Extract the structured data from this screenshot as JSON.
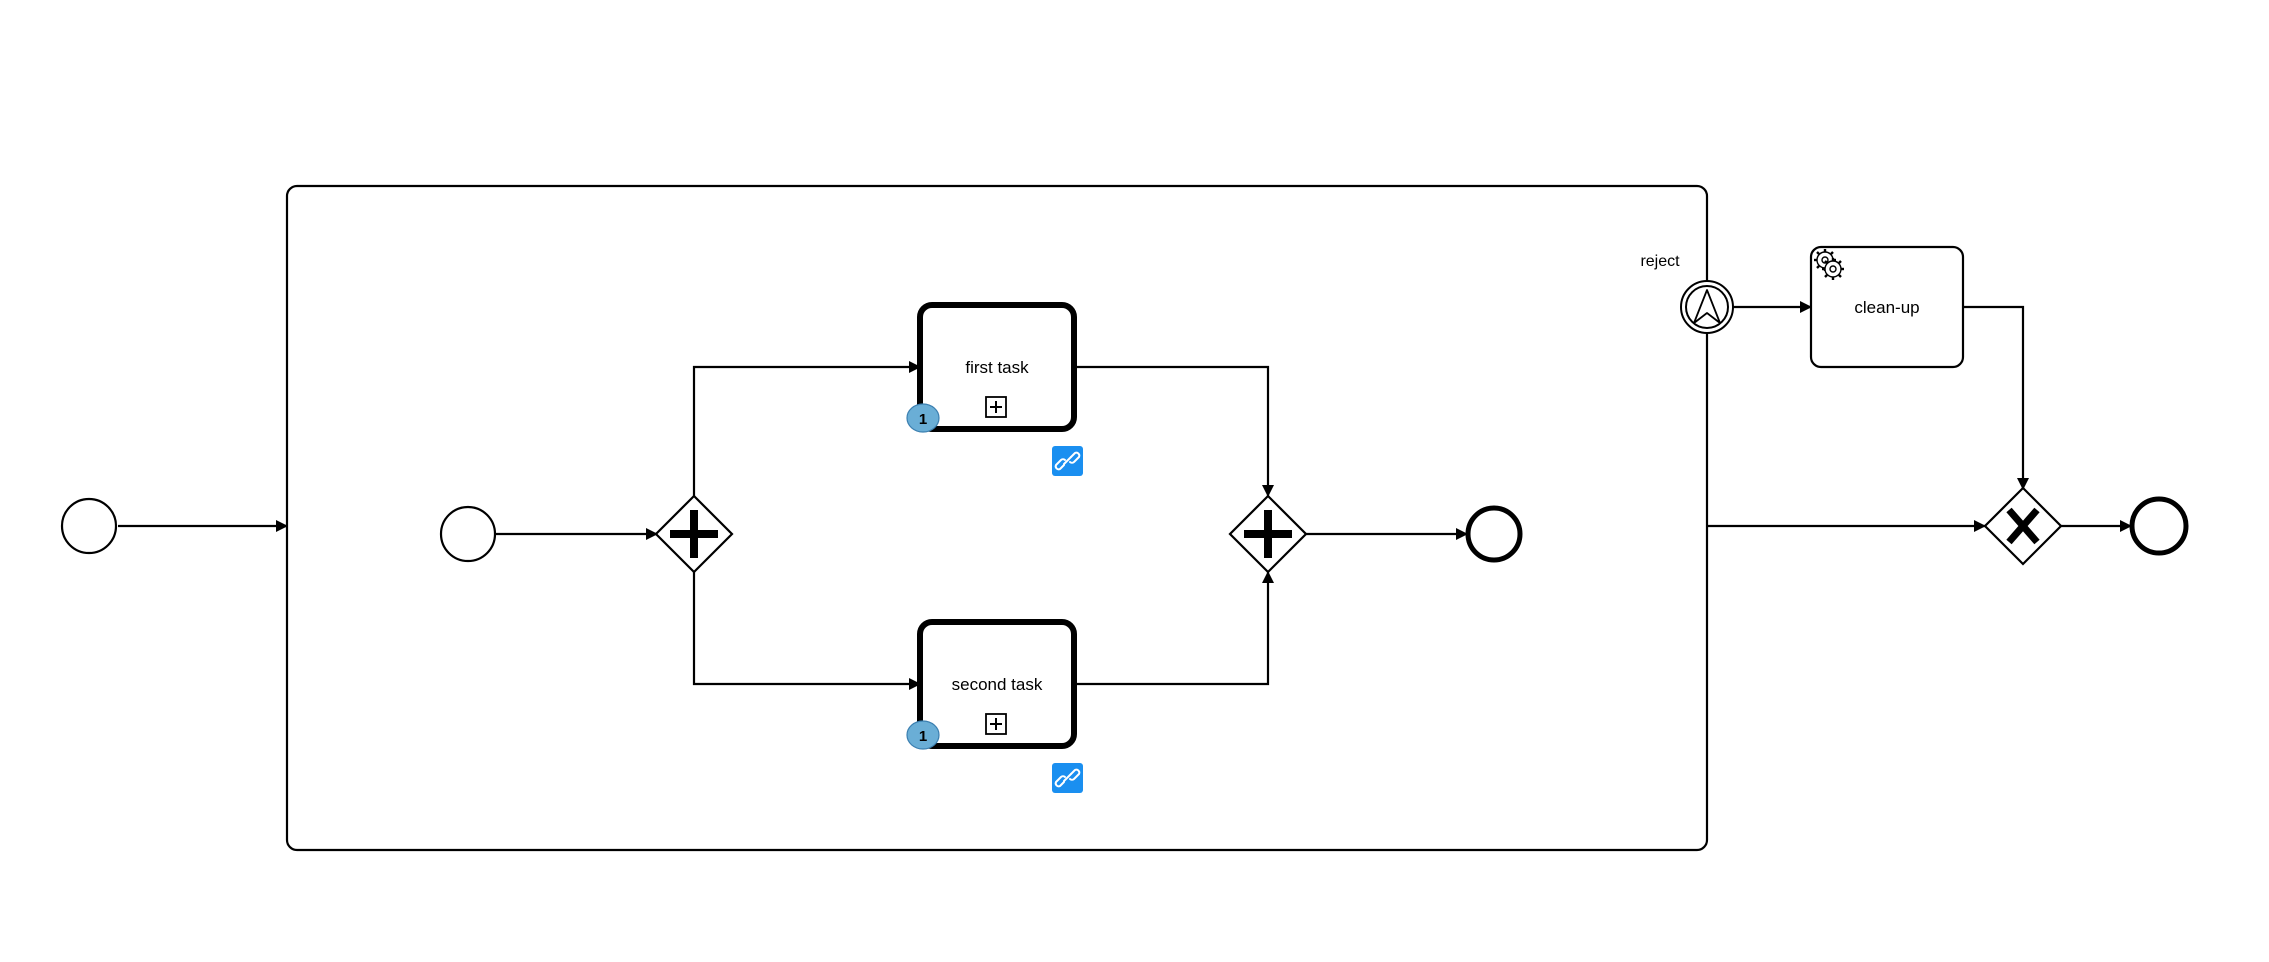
{
  "diagram": {
    "type": "bpmn-process",
    "colors": {
      "stroke": "#000000",
      "background": "#ffffff",
      "loop_badge": "#6aaed6",
      "link_badge": "#1a8ff0"
    },
    "elements": {
      "outer_start_event": {
        "kind": "start-event",
        "label": ""
      },
      "subprocess": {
        "kind": "expanded-subprocess",
        "label": ""
      },
      "inner_start_event": {
        "kind": "start-event",
        "label": ""
      },
      "split_gateway": {
        "kind": "parallel-gateway",
        "label": ""
      },
      "first_task": {
        "kind": "call-activity",
        "label": "first task",
        "badge": "1",
        "link_icon": "link-icon"
      },
      "second_task": {
        "kind": "call-activity",
        "label": "second task",
        "badge": "1",
        "link_icon": "link-icon"
      },
      "join_gateway": {
        "kind": "parallel-gateway",
        "label": ""
      },
      "inner_end_event": {
        "kind": "end-event",
        "label": ""
      },
      "reject_event": {
        "kind": "boundary-escalation-event",
        "label": "reject",
        "icon": "escalation-icon"
      },
      "cleanup_task": {
        "kind": "service-task",
        "label": "clean-up",
        "icon": "gear-icon"
      },
      "exclusive_gateway": {
        "kind": "exclusive-gateway",
        "label": ""
      },
      "outer_end_event": {
        "kind": "end-event",
        "label": ""
      }
    },
    "flows": [
      {
        "from": "outer_start_event",
        "to": "subprocess"
      },
      {
        "from": "inner_start_event",
        "to": "split_gateway"
      },
      {
        "from": "split_gateway",
        "to": "first_task"
      },
      {
        "from": "split_gateway",
        "to": "second_task"
      },
      {
        "from": "first_task",
        "to": "join_gateway"
      },
      {
        "from": "second_task",
        "to": "join_gateway"
      },
      {
        "from": "join_gateway",
        "to": "inner_end_event"
      },
      {
        "from": "reject_event",
        "to": "cleanup_task"
      },
      {
        "from": "cleanup_task",
        "to": "exclusive_gateway"
      },
      {
        "from": "subprocess",
        "to": "exclusive_gateway"
      },
      {
        "from": "exclusive_gateway",
        "to": "outer_end_event"
      }
    ]
  }
}
